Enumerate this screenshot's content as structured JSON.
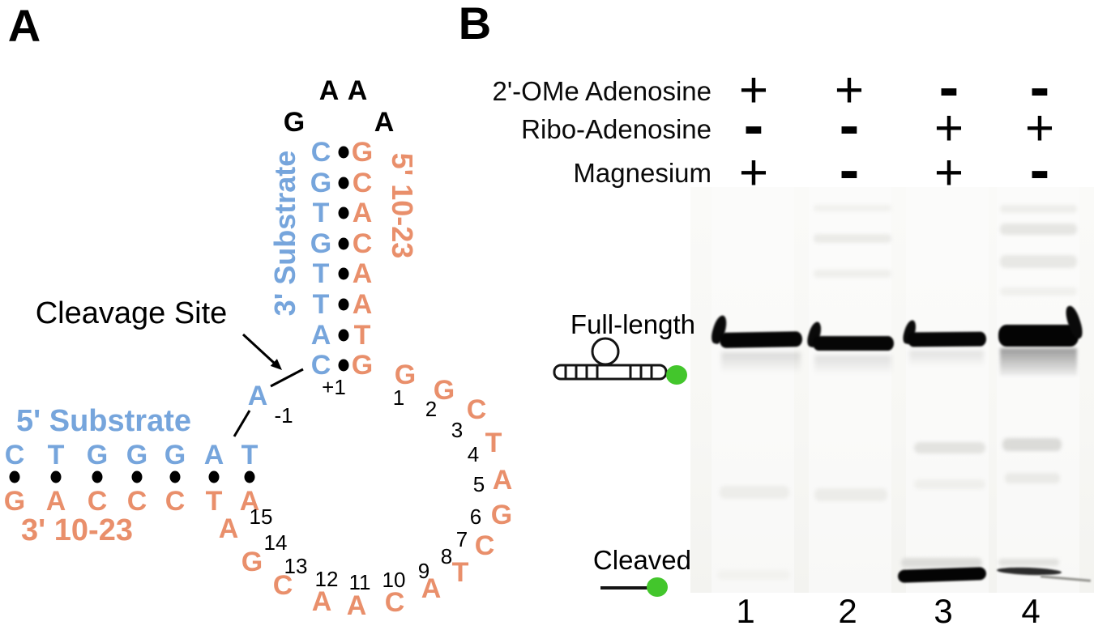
{
  "panelA": {
    "label": "A",
    "cleavage_site": "Cleavage Site",
    "vertical_labels": {
      "substrate_3prime": "3' Substrate",
      "enzyme_5prime": "5' 10-23"
    },
    "horizontal_labels": {
      "substrate_5prime": "5' Substrate",
      "enzyme_3prime": "3' 10-23"
    },
    "hairpin_loop": [
      "G",
      "A",
      "A",
      "A"
    ],
    "stem_pairs": [
      {
        "substrate": "C",
        "enzyme": "G"
      },
      {
        "substrate": "G",
        "enzyme": "C"
      },
      {
        "substrate": "T",
        "enzyme": "A"
      },
      {
        "substrate": "G",
        "enzyme": "C"
      },
      {
        "substrate": "T",
        "enzyme": "A"
      },
      {
        "substrate": "T",
        "enzyme": "A"
      },
      {
        "substrate": "A",
        "enzyme": "T"
      },
      {
        "substrate": "C",
        "enzyme": "G"
      }
    ],
    "position_labels": {
      "plus_one": "+1",
      "minus_one": "-1"
    },
    "unpaired_adenosine": "A",
    "arm_pairs": [
      {
        "substrate": "C",
        "enzyme": "G"
      },
      {
        "substrate": "T",
        "enzyme": "A"
      },
      {
        "substrate": "G",
        "enzyme": "C"
      },
      {
        "substrate": "G",
        "enzyme": "C"
      },
      {
        "substrate": "G",
        "enzyme": "C"
      },
      {
        "substrate": "A",
        "enzyme": "T"
      },
      {
        "substrate": "T",
        "enzyme": "A"
      }
    ],
    "catalytic_core": [
      {
        "num": "1",
        "base": "G"
      },
      {
        "num": "2",
        "base": "G"
      },
      {
        "num": "3",
        "base": "C"
      },
      {
        "num": "4",
        "base": "T"
      },
      {
        "num": "5",
        "base": "A"
      },
      {
        "num": "6",
        "base": "G"
      },
      {
        "num": "7",
        "base": "C"
      },
      {
        "num": "8",
        "base": "T"
      },
      {
        "num": "9",
        "base": "A"
      },
      {
        "num": "10",
        "base": "C"
      },
      {
        "num": "11",
        "base": "A"
      },
      {
        "num": "12",
        "base": "A"
      },
      {
        "num": "13",
        "base": "C"
      },
      {
        "num": "14",
        "base": "G"
      },
      {
        "num": "15",
        "base": "A"
      }
    ]
  },
  "panelB": {
    "label": "B",
    "conditions": [
      {
        "label": "2'-OMe Adenosine",
        "lanes": [
          "+",
          "+",
          "-",
          "-"
        ]
      },
      {
        "label": "Ribo-Adenosine",
        "lanes": [
          "-",
          "-",
          "+",
          "+"
        ]
      },
      {
        "label": "Magnesium",
        "lanes": [
          "+",
          "-",
          "+",
          "-"
        ]
      }
    ],
    "gel": {
      "lane_numbers": [
        "1",
        "2",
        "3",
        "4"
      ],
      "full_length_label": "Full-length",
      "cleaved_label": "Cleaved"
    }
  },
  "colors": {
    "substrate_blue": "#76A5DC",
    "enzyme_orange": "#E98F6B",
    "fluorophore_green": "#43C62C"
  }
}
